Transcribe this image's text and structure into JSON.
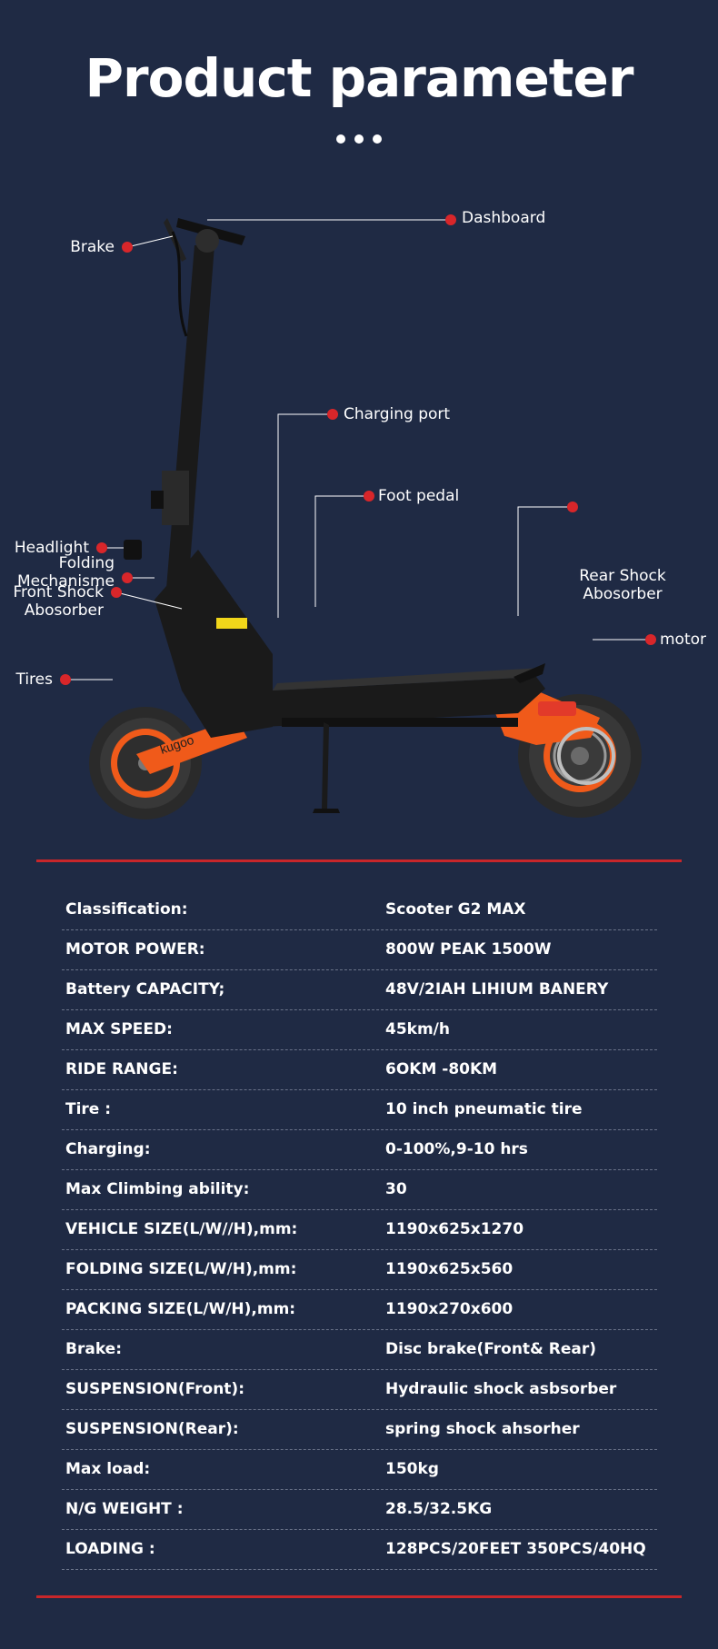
{
  "header": {
    "title": "Product parameter"
  },
  "callouts": {
    "dashboard": "Dashboard",
    "brake": "Brake",
    "charging_port": "Charging port",
    "folding_line1": "Folding",
    "folding_line2": "Mechanisme",
    "foot_pedal": "Foot pedal",
    "rear_shock_line1": "Rear Shock",
    "rear_shock_line2": "Abosorber",
    "headlight": "Headlight",
    "front_shock_line1": "Front Shock",
    "front_shock_line2": "Abosorber",
    "motor": "motor",
    "tires": "Tires",
    "brand_mark": "kugoo"
  },
  "colors": {
    "background": "#1f2a44",
    "accent_red": "#c8262a",
    "frame_orange": "#f05a1a"
  },
  "specs": [
    {
      "key": "Classification:",
      "value": "Scooter G2 MAX"
    },
    {
      "key": "MOTOR POWER:",
      "value": "800W PEAK 1500W"
    },
    {
      "key": "Battery CAPACITY;",
      "value": "48V/2IAH LIHIUM BANERY"
    },
    {
      "key": "MAX SPEED:",
      "value": "45km/h"
    },
    {
      "key": "RIDE RANGE:",
      "value": "6OKM -80KM"
    },
    {
      "key": "Tire :",
      "value": "10 inch pneumatic tire"
    },
    {
      "key": "Charging:",
      "value": "0-100%,9-10 hrs"
    },
    {
      "key": "Max Climbing ability:",
      "value": "30"
    },
    {
      "key": "VEHICLE SIZE(L/W//H),mm:",
      "value": "1190x625x1270"
    },
    {
      "key": "FOLDING SIZE(L/W/H),mm:",
      "value": "1190x625x560"
    },
    {
      "key": "PACKING SIZE(L/W/H),mm:",
      "value": "1190x270x600"
    },
    {
      "key": "Brake:",
      "value": "Disc brake(Front& Rear)"
    },
    {
      "key": "SUSPENSION(Front):",
      "value": "Hydraulic shock asbsorber"
    },
    {
      "key": "SUSPENSION(Rear):",
      "value": "spring shock ahsorher"
    },
    {
      "key": "Max load:",
      "value": "150kg"
    },
    {
      "key": "N/G WEIGHT :",
      "value": "28.5/32.5KG"
    },
    {
      "key": "LOADING :",
      "value": "128PCS/20FEET 350PCS/40HQ"
    }
  ]
}
